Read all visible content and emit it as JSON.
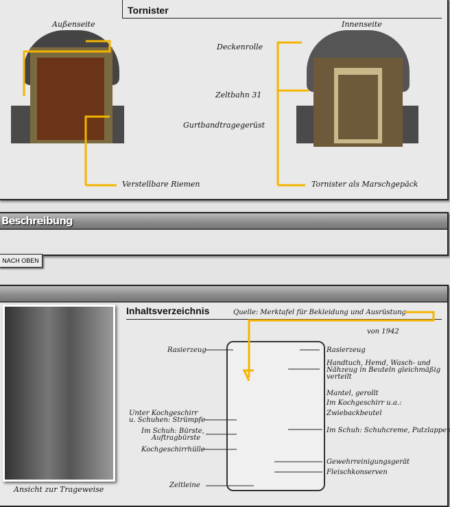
{
  "tornister": {
    "title": "Tornister",
    "outside_label": "Außenseite",
    "inside_label": "Innenseite",
    "labels": [
      "Deckenrolle",
      "Zeltbahn 31",
      "Gurtbandtragegerüst",
      "Verstellbare Riemen",
      "Tornister als Marschgepäck"
    ]
  },
  "beschreibung": {
    "title": "Beschreibung"
  },
  "nav": {
    "top_button": "NACH OBEN"
  },
  "inhalt": {
    "title": "Inhaltsverzeichnis",
    "source": "Quelle: Merktafel für Bekleidung und Ausrüstung",
    "year": "von 1942",
    "photo_caption": "Ansicht zur Trageweise",
    "left_labels": [
      "Rasierzeug",
      "Unter Kochgeschirr",
      "u. Schuhen: Strümpfe",
      "Im Schuh: Bürste,",
      "Auftragbürste",
      "Kochgeschirrhülle",
      "Zeltleine"
    ],
    "right_labels": [
      "Rasierzeug",
      "Handtuch, Hemd, Wasch- und",
      "Nähzeug in Beuteln gleichmäßig",
      "verteilt",
      "Mantel, gerollt",
      "Im Kochgeschirr u.a.:",
      "Zwiebackbeutel",
      "Im Schuh: Schuhcreme, Putzlappen",
      "Gewehrreinigungsgerät",
      "Fleischkonserven"
    ]
  },
  "colors": {
    "accent": "#f5b400"
  }
}
